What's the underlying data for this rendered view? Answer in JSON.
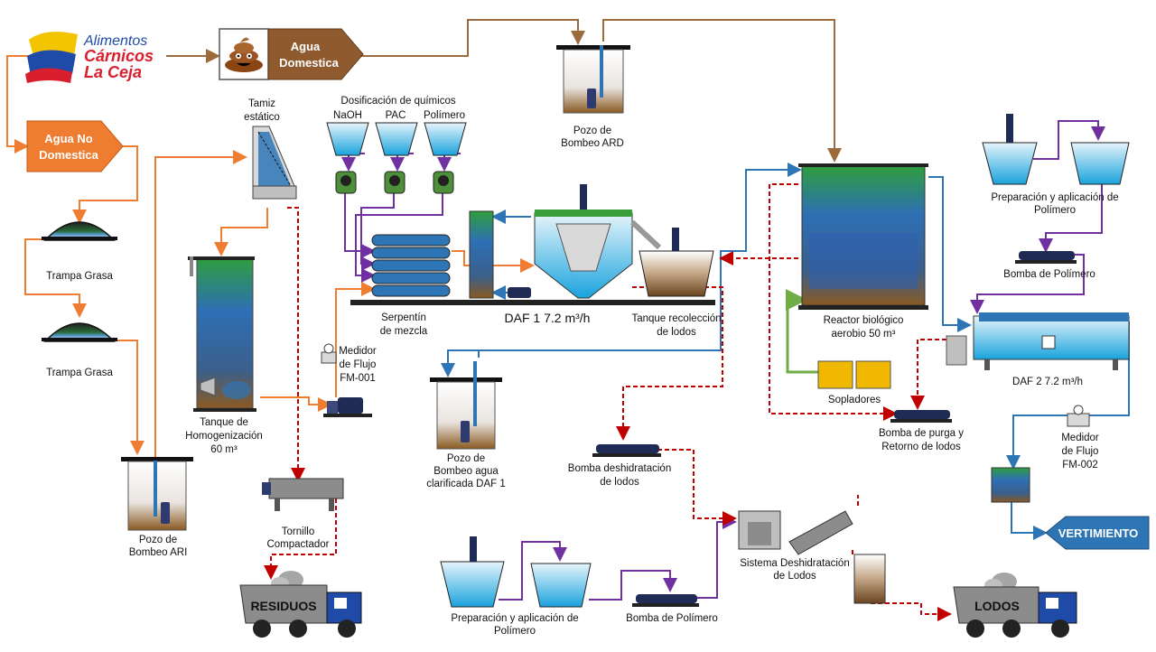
{
  "colors": {
    "orange": "#ee7d31",
    "brown": "#9c6b3c",
    "purple": "#7030a0",
    "blue": "#2e75b6",
    "red": "#c00000",
    "green": "#70ad47"
  },
  "logo": {
    "line1": "Alimentos",
    "line2": "Cárnicos",
    "line3": "La Ceja"
  },
  "sources": {
    "agua_domestica": "Agua Domestica",
    "agua_no_domestica_1": "Agua No",
    "agua_no_domestica_2": "Domestica"
  },
  "labels": {
    "trampa_grasa_1": "Trampa Grasa",
    "trampa_grasa_2": "Trampa Grasa",
    "pozo_ari_1": "Pozo de",
    "pozo_ari_2": "Bombeo ARI",
    "tamiz_1": "Tamiz",
    "tamiz_2": "estático",
    "tanque_homo_1": "Tanque de",
    "tanque_homo_2": "Homogenización",
    "tanque_homo_3": "60 m³",
    "medidor1_1": "Medidor",
    "medidor1_2": "de Flujo",
    "medidor1_3": "FM-001",
    "tornillo_1": "Tornillo",
    "tornillo_2": "Compactador",
    "residuos": "RESIDUOS",
    "dosificacion": "Dosificación de químicos",
    "naoh": "NaOH",
    "pac": "PAC",
    "polimero_chem": "Polímero",
    "serpentin_1": "Serpentín",
    "serpentin_2": "de mezcla",
    "daf1": "DAF 1 7.2 m³/h",
    "tanque_lodos_1": "Tanque recolección",
    "tanque_lodos_2": "de lodos",
    "pozo_ard_1": "Pozo de",
    "pozo_ard_2": "Bombeo ARD",
    "pozo_daf1_1": "Pozo de",
    "pozo_daf1_2": "Bombeo agua",
    "pozo_daf1_3": "clarificada DAF 1",
    "bomba_deshid_1": "Bomba deshidratación",
    "bomba_deshid_2": "de lodos",
    "prep_poli_bottom_1": "Preparación y aplicación de",
    "prep_poli_bottom_2": "Polímero",
    "bomba_poli_bottom": "Bomba de Polímero",
    "sistema_deshid_1": "Sistema Deshidratación",
    "sistema_deshid_2": "de Lodos",
    "lodos": "LODOS",
    "reactor_1": "Reactor biológico",
    "reactor_2": "aerobio 50 m³",
    "sopladores": "Sopladores",
    "bomba_purga_1": "Bomba de purga y",
    "bomba_purga_2": "Retorno de lodos",
    "prep_poli_top_1": "Preparación y aplicación de",
    "prep_poli_top_2": "Polímero",
    "bomba_poli_top": "Bomba de Polímero",
    "daf2": "DAF 2 7.2 m³/h",
    "medidor2_1": "Medidor",
    "medidor2_2": "de Flujo",
    "medidor2_3": "FM-002",
    "vertimiento": "VERTIMIENTO"
  }
}
